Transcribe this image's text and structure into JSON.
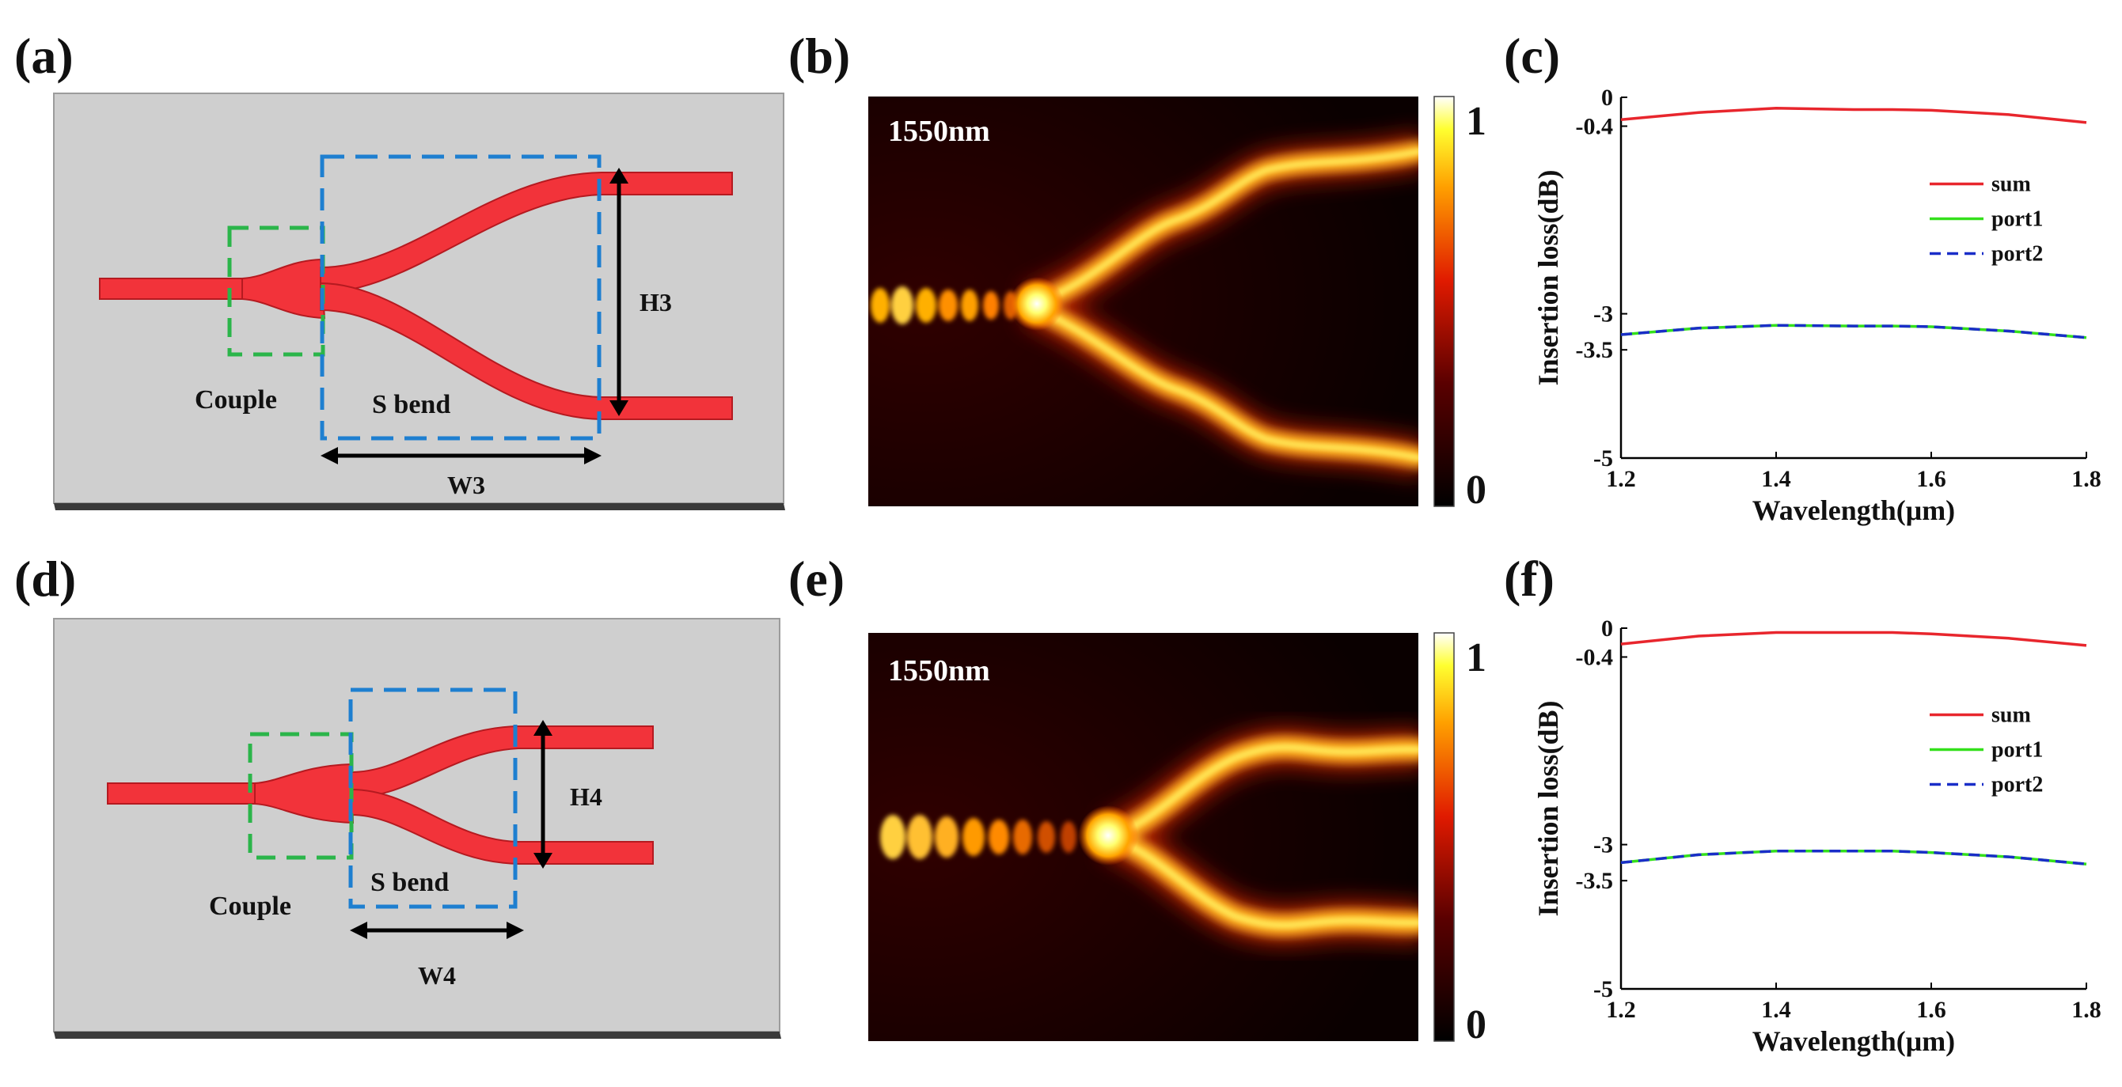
{
  "figure": {
    "panels": [
      {
        "id": "a",
        "label": "(a)",
        "couple_label": "Couple",
        "sbend_label": "S bend",
        "height_label": "H3",
        "width_label": "W3"
      },
      {
        "id": "b",
        "label": "(b)",
        "wavelength_label": "1550nm",
        "colorbar": {
          "max_label": "1",
          "min_label": "0"
        }
      },
      {
        "id": "c",
        "label": "(c)"
      },
      {
        "id": "d",
        "label": "(d)",
        "couple_label": "Couple",
        "sbend_label": "S bend",
        "height_label": "H4",
        "width_label": "W4"
      },
      {
        "id": "e",
        "label": "(e)",
        "wavelength_label": "1550nm",
        "colorbar": {
          "max_label": "1",
          "min_label": "0"
        }
      },
      {
        "id": "f",
        "label": "(f)"
      }
    ],
    "colors": {
      "waveguide": "#f2333a",
      "substrate": "#cfcfcf",
      "couple_box": "#2bb54a",
      "sbend_box": "#1e7fd0",
      "sum": "#e8262d",
      "port1": "#34e01c",
      "port2": "#1a2ec8"
    }
  },
  "chart_data": [
    {
      "panel": "c",
      "type": "line",
      "xlabel": "Wavelength(μm)",
      "ylabel": "Insertion loss(dB)",
      "xlim": [
        1.2,
        1.8
      ],
      "ylim": [
        -5,
        0
      ],
      "xticks": [
        "1.2",
        "1.4",
        "1.6",
        "1.8"
      ],
      "yticks": [
        {
          "value": 0,
          "label": "0"
        },
        {
          "value": -0.4,
          "label": "-0.4"
        },
        {
          "value": -3,
          "label": "-3"
        },
        {
          "value": -3.5,
          "label": "-3.5"
        },
        {
          "value": -5,
          "label": "-5"
        }
      ],
      "legend_position": "top-right",
      "grid": false,
      "x": [
        1.2,
        1.3,
        1.4,
        1.5,
        1.55,
        1.6,
        1.7,
        1.8
      ],
      "series": [
        {
          "name": "sum",
          "style": "solid",
          "values": [
            -0.31,
            -0.21,
            -0.15,
            -0.17,
            -0.17,
            -0.18,
            -0.24,
            -0.35
          ]
        },
        {
          "name": "port1",
          "style": "solid",
          "values": [
            -3.29,
            -3.2,
            -3.16,
            -3.17,
            -3.17,
            -3.18,
            -3.24,
            -3.33
          ]
        },
        {
          "name": "port2",
          "style": "dashed",
          "values": [
            -3.29,
            -3.2,
            -3.16,
            -3.17,
            -3.17,
            -3.18,
            -3.24,
            -3.33
          ]
        }
      ]
    },
    {
      "panel": "f",
      "type": "line",
      "xlabel": "Wavelength(μm)",
      "ylabel": "Insertion loss(dB)",
      "xlim": [
        1.2,
        1.8
      ],
      "ylim": [
        -5,
        0
      ],
      "xticks": [
        "1.2",
        "1.4",
        "1.6",
        "1.8"
      ],
      "yticks": [
        {
          "value": 0,
          "label": "0"
        },
        {
          "value": -0.4,
          "label": "-0.4"
        },
        {
          "value": -3,
          "label": "-3"
        },
        {
          "value": -3.5,
          "label": "-3.5"
        },
        {
          "value": -5,
          "label": "-5"
        }
      ],
      "legend_position": "top-right",
      "grid": false,
      "x": [
        1.2,
        1.3,
        1.4,
        1.5,
        1.55,
        1.6,
        1.7,
        1.8
      ],
      "series": [
        {
          "name": "sum",
          "style": "solid",
          "values": [
            -0.22,
            -0.11,
            -0.06,
            -0.06,
            -0.06,
            -0.08,
            -0.14,
            -0.24
          ]
        },
        {
          "name": "port1",
          "style": "solid",
          "values": [
            -3.25,
            -3.14,
            -3.09,
            -3.09,
            -3.09,
            -3.11,
            -3.17,
            -3.27
          ]
        },
        {
          "name": "port2",
          "style": "dashed",
          "values": [
            -3.25,
            -3.14,
            -3.09,
            -3.09,
            -3.09,
            -3.11,
            -3.17,
            -3.27
          ]
        }
      ]
    }
  ]
}
